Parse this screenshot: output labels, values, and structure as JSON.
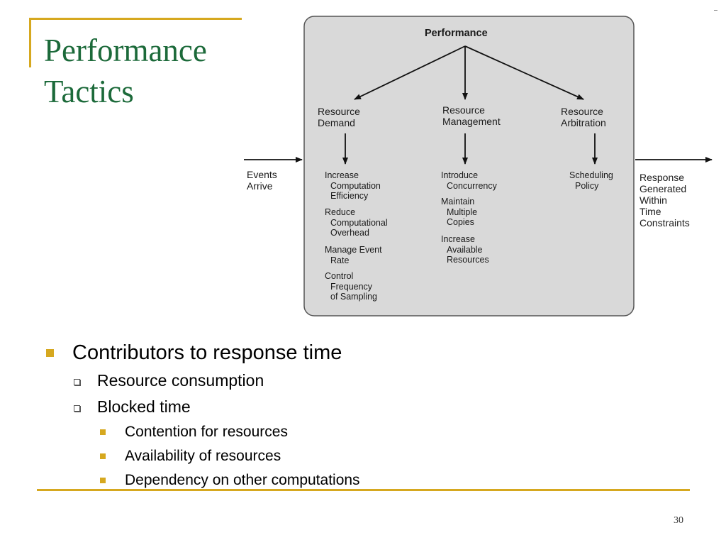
{
  "slide": {
    "title_line1": "Performance",
    "title_line2": "Tactics",
    "page_number": "30"
  },
  "diagram": {
    "root": "Performance",
    "input_label": "Events\nArrive",
    "output_label": "Response\nGenerated\nWithin\nTime\nConstraints",
    "columns": [
      {
        "heading": "Resource\nDemand",
        "items": [
          "Increase\nComputation\nEfficiency",
          "Reduce\nComputational\nOverhead",
          "Manage Event\nRate",
          "Control\nFrequency\nof Sampling"
        ]
      },
      {
        "heading": "Resource\nManagement",
        "items": [
          "Introduce\nConcurrency",
          "Maintain\nMultiple\nCopies",
          "Increase\nAvailable\nResources"
        ]
      },
      {
        "heading": "Resource\nArbitration",
        "items": [
          "Scheduling\nPolicy"
        ]
      }
    ]
  },
  "bullets": {
    "l1": "Contributors to response time",
    "l2_a": "Resource consumption",
    "l2_b": "Blocked time",
    "l3_a": "Contention for resources",
    "l3_b": "Availability of resources",
    "l3_c": "Dependency on other computations"
  },
  "colors": {
    "accent": "#d6a81f",
    "title": "#1c6a3a",
    "diagram_box": "#d9d9d9"
  }
}
